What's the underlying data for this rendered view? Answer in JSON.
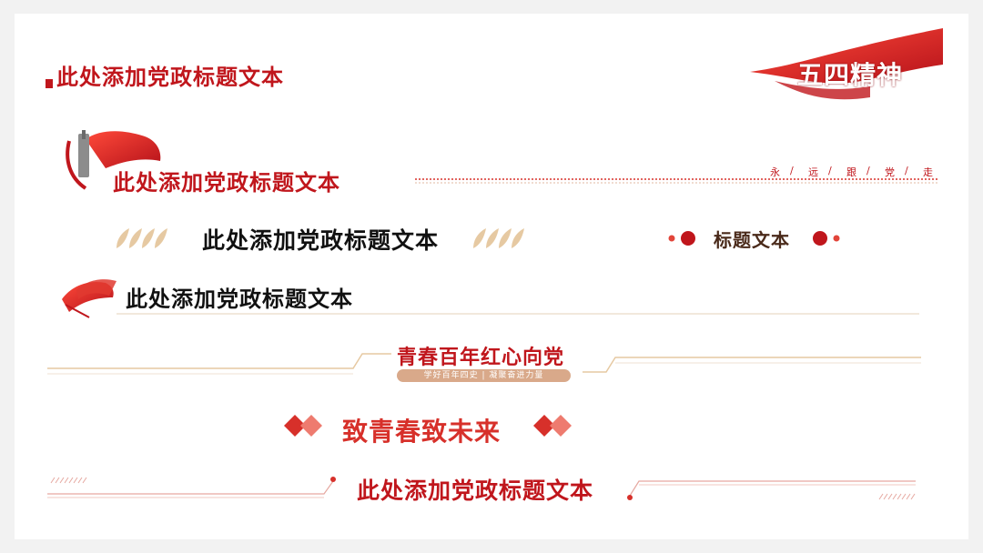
{
  "titles": {
    "row1": "此处添加党政标题文本",
    "row2": "此处添加党政标题文本",
    "row3": "此处添加党政标题文本",
    "row3_short": "标题文本",
    "row4": "此处添加党政标题文本",
    "row5_main": "青春百年红心向党",
    "row5_sub": "学好百年四史 | 凝聚奋进力量",
    "row6": "致青春致未来",
    "row7": "此处添加党政标题文本"
  },
  "badge": {
    "wusi": "五四精神"
  },
  "motto": [
    "永",
    "/",
    "远",
    "/",
    "跟",
    "/",
    "党",
    "/",
    "走"
  ],
  "colors": {
    "red": "#c0161c",
    "bright_red": "#d7302a",
    "gold": "#d9b98a",
    "background": "#ffffff"
  }
}
